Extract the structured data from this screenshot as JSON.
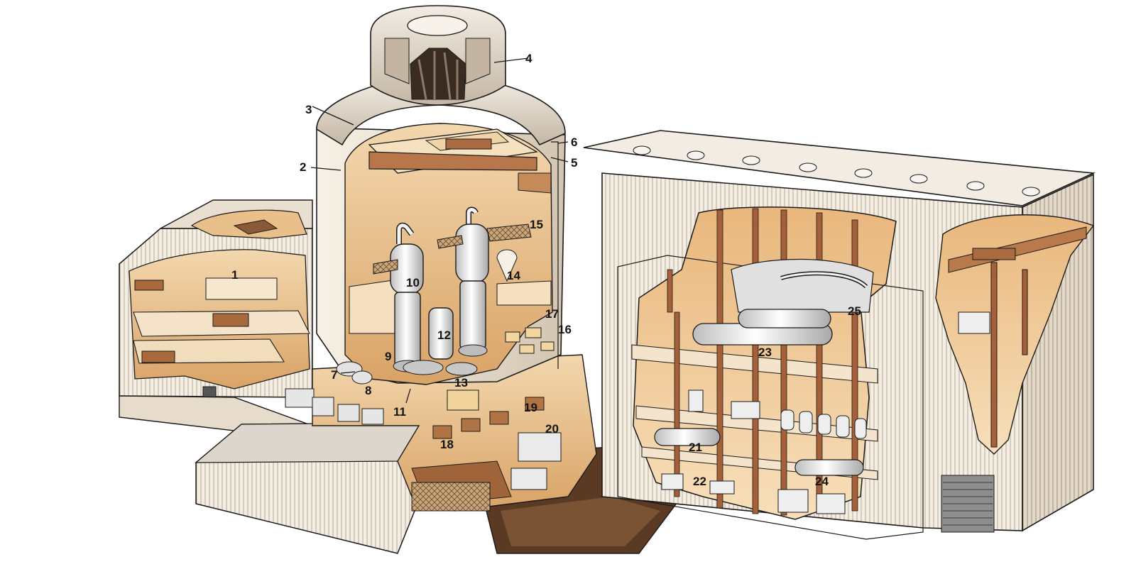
{
  "labels": [
    "1",
    "2",
    "3",
    "4",
    "5",
    "6",
    "7",
    "8",
    "9",
    "10",
    "11",
    "12",
    "13",
    "14",
    "15",
    "16",
    "17",
    "18",
    "19",
    "20",
    "21",
    "22",
    "23",
    "24",
    "25"
  ],
  "colors": {
    "shell": "#efe6d8",
    "shell_shade": "#cdbda8",
    "interior_warm": "#e6b880",
    "interior_light": "#f6dcb4",
    "beam": "#a8643a",
    "concrete": "#d8d2c8",
    "earth": "#5a3a22",
    "ink": "#1a1a1a",
    "vessel": "#eeeeee"
  }
}
